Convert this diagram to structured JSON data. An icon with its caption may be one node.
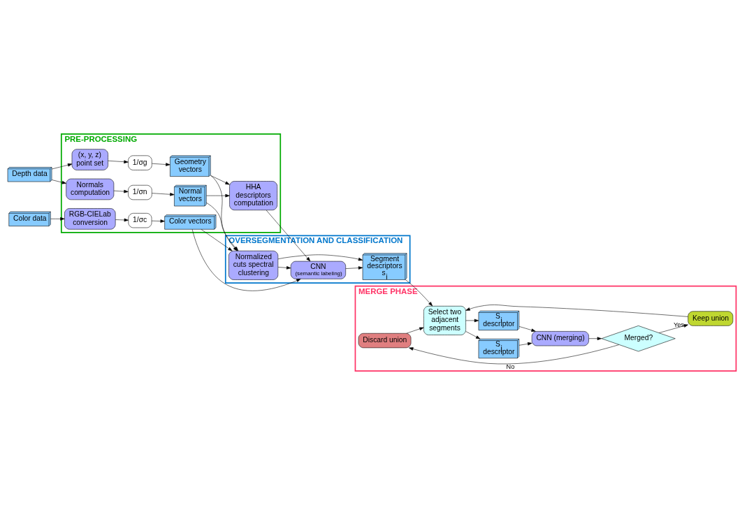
{
  "diagram": {
    "nodes": [
      {
        "text": [
          "Depth data"
        ]
      },
      {
        "text": [
          "Color data"
        ]
      },
      {
        "text": [
          "PRE-PROCESSING"
        ]
      },
      {
        "text": [
          "(x, y, z) point set"
        ],
        "in": 2
      },
      {
        "text": [
          "1/σg"
        ],
        "in": 2
      },
      {
        "text": [
          "Geometry vectors"
        ],
        "in": 2
      },
      {
        "text": [
          "Normals computation"
        ],
        "in": 2
      },
      {
        "text": [
          "1/σn"
        ],
        "in": 2
      },
      {
        "text": [
          "Normal vectors"
        ],
        "in": 2
      },
      {
        "text": [
          "HHA descriptors computation"
        ],
        "in": 2
      },
      {
        "text": [
          "RGB-CIELab conversion"
        ],
        "in": 2
      },
      {
        "text": [
          "1/σc"
        ],
        "in": 2
      },
      {
        "text": [
          "Color vectors"
        ],
        "in": 2
      },
      {
        "text": [
          "OVERSEGMENTATION AND CLASSIFICATION"
        ]
      },
      {
        "text": [
          "Normalized cuts spectral clustering"
        ],
        "in": 13
      },
      {
        "text": [
          "CNN",
          "(semantic labeling)"
        ],
        "in": 13
      },
      {
        "text": [
          "Segment descriptors s$_{i}$"
        ],
        "in": 13
      },
      {
        "text": [
          "MERGE PHASE"
        ]
      },
      {
        "text": [
          "Discard union"
        ],
        "in": 17
      },
      {
        "text": [
          "Merged?"
        ],
        "in": 17
      },
      {
        "text": [
          "Keep union"
        ],
        "in": 17
      },
      {
        "text": [
          "CNN (merging)"
        ],
        "in": 17
      },
      {
        "text": [
          "S$_{i}$ descriptor"
        ],
        "in": 17
      },
      {
        "text": [
          "S$_{j}$ descriptor"
        ],
        "in": 17
      },
      {
        "text": [
          "Select two adjacent segments"
        ],
        "in": 17
      }
    ],
    "edges": [
      {
        "from": 0,
        "to": 3,
        "arrow": "to"
      },
      {
        "from": 0,
        "to": 6,
        "arrow": "to"
      },
      {
        "from": 3,
        "to": 4,
        "arrow": "to"
      },
      {
        "from": 4,
        "to": 5,
        "arrow": "to"
      },
      {
        "from": 6,
        "to": 7,
        "arrow": "to"
      },
      {
        "from": 7,
        "to": 8,
        "arrow": "to"
      },
      {
        "from": 1,
        "to": 10,
        "arrow": "to"
      },
      {
        "from": 10,
        "to": 11,
        "arrow": "to"
      },
      {
        "from": 11,
        "to": 12,
        "arrow": "to"
      },
      {
        "from": 5,
        "to": 9,
        "arrow": "to"
      },
      {
        "from": 8,
        "to": 9,
        "arrow": "to"
      },
      {
        "from": 5,
        "to": 14,
        "arrow": "to"
      },
      {
        "from": 8,
        "to": 14,
        "arrow": "to"
      },
      {
        "from": 12,
        "to": 14,
        "arrow": "to"
      },
      {
        "from": 9,
        "to": 15,
        "arrow": "to"
      },
      {
        "from": 12,
        "to": 15,
        "arrow": "to"
      },
      {
        "from": 14,
        "to": 15,
        "arrow": "to"
      },
      {
        "from": 14,
        "to": 16,
        "arrow": "to"
      },
      {
        "from": 15,
        "to": 16,
        "arrow": "to"
      },
      {
        "from": 16,
        "to": 24,
        "arrow": "to"
      },
      {
        "from": 24,
        "to": 22,
        "arrow": "to"
      },
      {
        "from": 24,
        "to": 23,
        "arrow": "to"
      },
      {
        "from": 22,
        "to": 21,
        "arrow": "to"
      },
      {
        "from": 23,
        "to": 21,
        "arrow": "to"
      },
      {
        "from": 21,
        "to": 19,
        "arrow": "to"
      },
      {
        "from": 19,
        "to": 18,
        "arrow": "to",
        "label": "No"
      },
      {
        "from": 19,
        "to": 20,
        "arrow": "to",
        "label": "Yes"
      },
      {
        "from": 18,
        "to": 24,
        "arrow": "to"
      },
      {
        "from": 20,
        "to": 24,
        "arrow": "to"
      }
    ]
  }
}
